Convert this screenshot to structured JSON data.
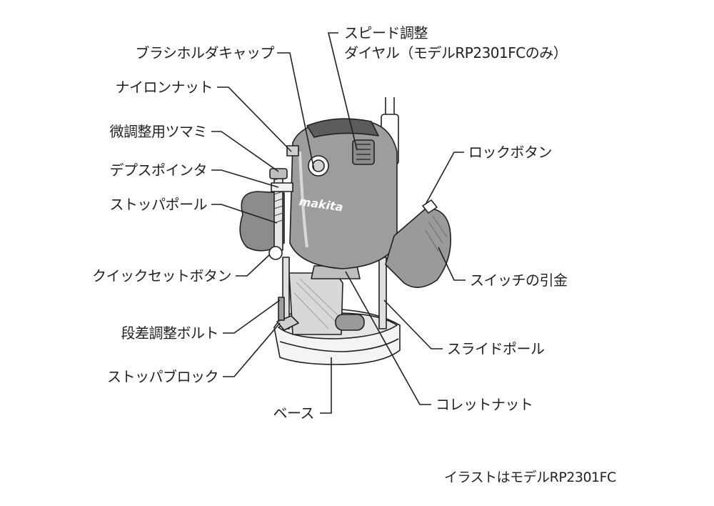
{
  "diagram": {
    "labels": {
      "brush_holder_cap": "ブラシホルダキャップ",
      "speed_dial_line1": "スピード調整",
      "speed_dial_line2": "ダイヤル（モデルRP2301FCのみ）",
      "nylon_nut": "ナイロンナット",
      "fine_adjust_knob": "微調整用ツマミ",
      "depth_pointer": "デプスポインタ",
      "stopper_pole": "ストッパポール",
      "quick_set_button": "クイックセットボタン",
      "step_adjust_bolt": "段差調整ボルト",
      "stopper_block": "ストッパブロック",
      "base": "ベース",
      "lock_button": "ロックボタン",
      "switch_trigger": "スイッチの引金",
      "slide_pole": "スライドポール",
      "collet_nut": "コレットナット"
    },
    "brand_mark": "makita",
    "note": "イラストはモデルRP2301FC"
  }
}
